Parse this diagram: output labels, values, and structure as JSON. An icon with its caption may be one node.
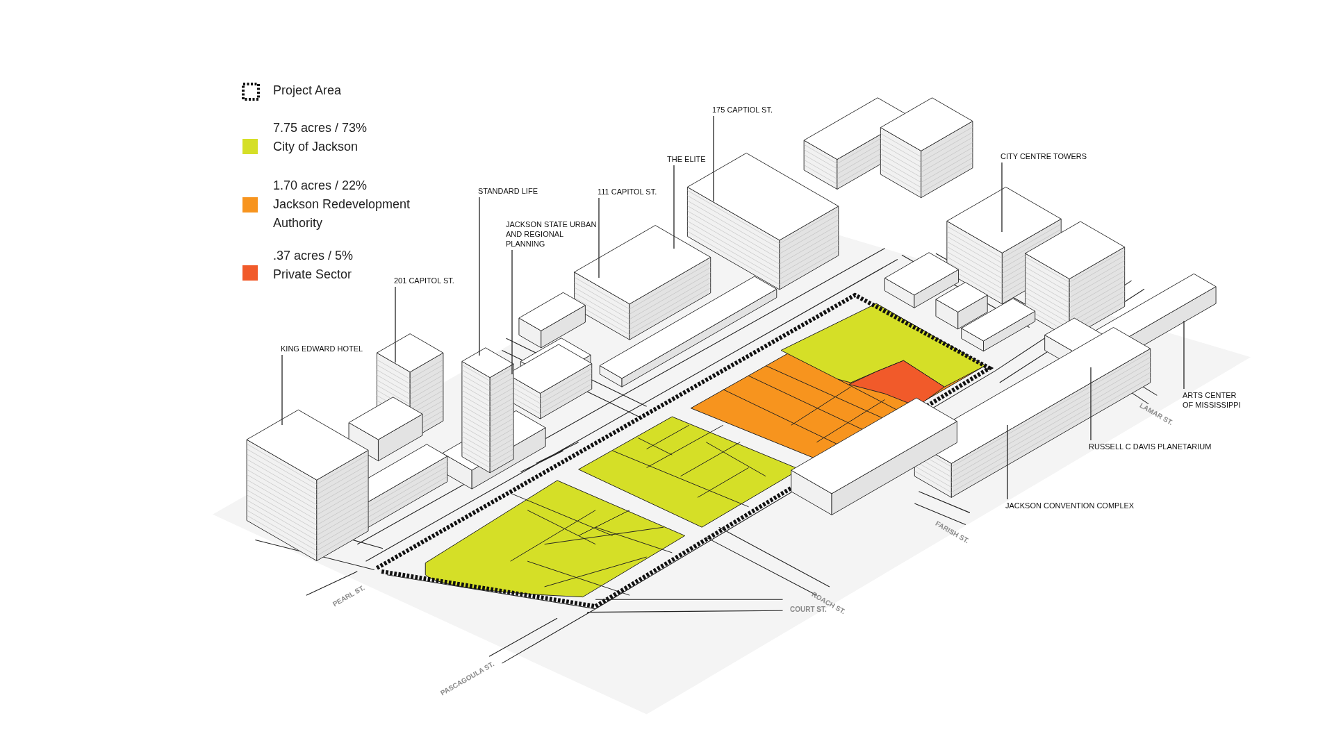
{
  "diagram": {
    "nodes": [
      {
        "text": [
          "KING EDWARD HOTEL"
        ]
      },
      {
        "text": [
          "201 CAPITOL ST."
        ]
      },
      {
        "text": [
          "STANDARD LIFE"
        ]
      },
      {
        "text": [
          "JACKSON STATE URBAN AND REGIONAL PLANNING"
        ]
      },
      {
        "text": [
          "111 CAPITOL ST."
        ]
      },
      {
        "text": [
          "THE ELITE"
        ]
      },
      {
        "text": [
          "175 CAPTIOL ST."
        ]
      },
      {
        "text": [
          "CITY CENTRE TOWERS"
        ]
      },
      {
        "text": [
          "ARTS CENTER OF MISSISSIPPI"
        ]
      },
      {
        "text": [
          "RUSSELL C DAVIS PLANETARIUM"
        ]
      },
      {
        "text": [
          "JACKSON CONVENTION COMPLEX"
        ]
      }
    ],
    "edges": [
      {
        "from": 0,
        "to": null,
        "arrow": "none"
      },
      {
        "from": 1,
        "to": null,
        "arrow": "none"
      },
      {
        "from": 2,
        "to": null,
        "arrow": "none"
      },
      {
        "from": 3,
        "to": null,
        "arrow": "none"
      },
      {
        "from": 4,
        "to": null,
        "arrow": "none"
      },
      {
        "from": 5,
        "to": null,
        "arrow": "none"
      },
      {
        "from": 6,
        "to": null,
        "arrow": "none"
      },
      {
        "from": 7,
        "to": null,
        "arrow": "none"
      },
      {
        "from": 8,
        "to": null,
        "arrow": "none"
      },
      {
        "from": 9,
        "to": null,
        "arrow": "none"
      },
      {
        "from": 10,
        "to": null,
        "arrow": "none"
      }
    ],
    "labels": [
      "LAMAR ST.",
      "FARISH ST.",
      "PEARL ST.",
      "ROACH ST.",
      "COURT ST.",
      "PASCAGOULA ST."
    ],
    "legend": [
      {
        "text": "Project Area"
      },
      {
        "text": "7.75 acres / 73% City of Jackson",
        "color": "#d5df27"
      },
      {
        "text": "1.70 acres / 22% Jackson Redevelopment Authority",
        "color": "#f7941e"
      },
      {
        "text": ".37 acres / 5% Private Sector",
        "color": "#f15a2a"
      }
    ]
  }
}
